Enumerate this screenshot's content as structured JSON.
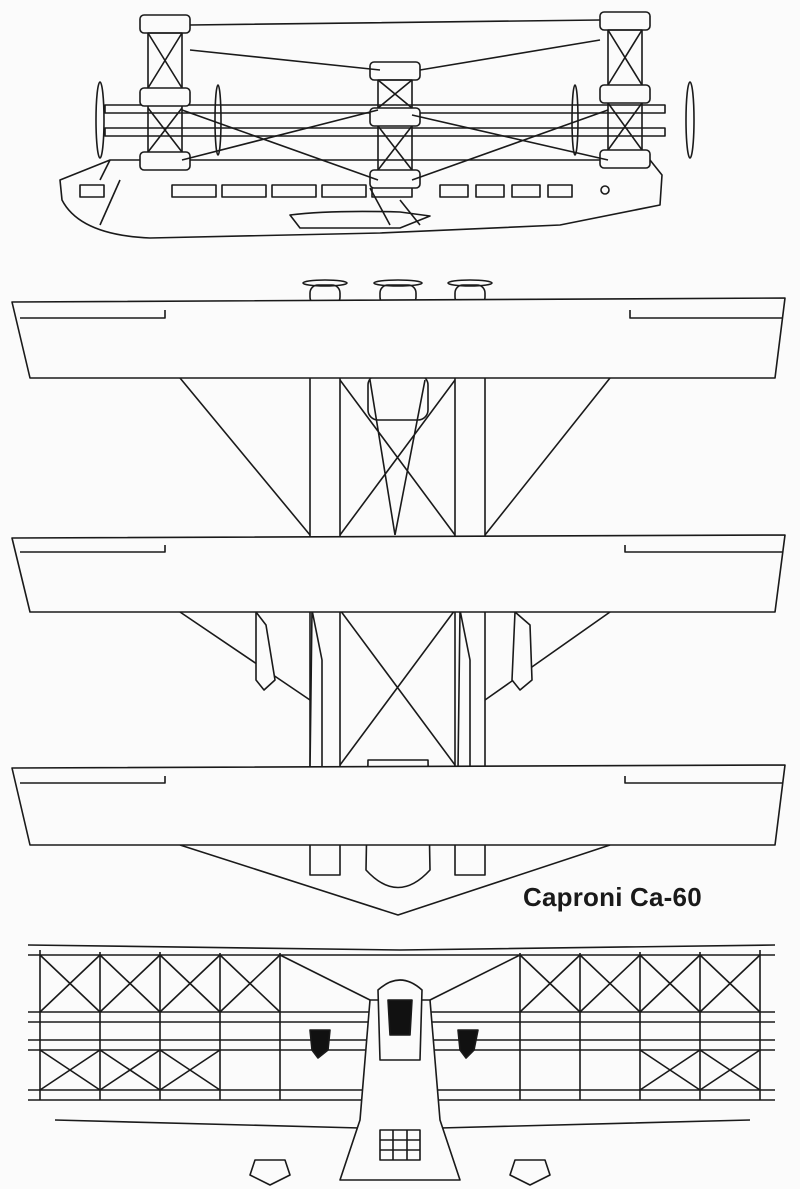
{
  "title": "Caproni Ca-60",
  "views": [
    "side-view",
    "top-view",
    "front-view"
  ]
}
